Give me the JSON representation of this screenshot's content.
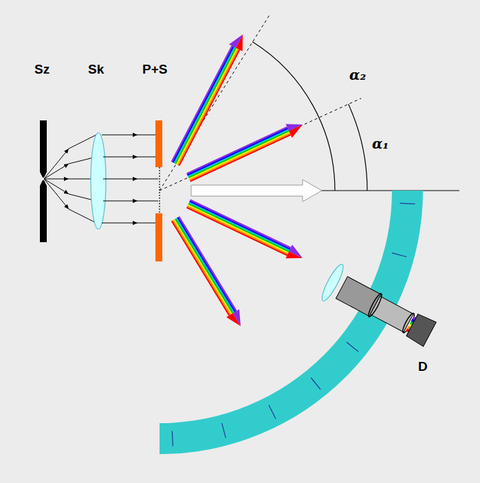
{
  "diagram": {
    "labels": [
      "Sz",
      "Sk",
      "P+S",
      "α₂",
      "α₁",
      "D"
    ]
  }
}
